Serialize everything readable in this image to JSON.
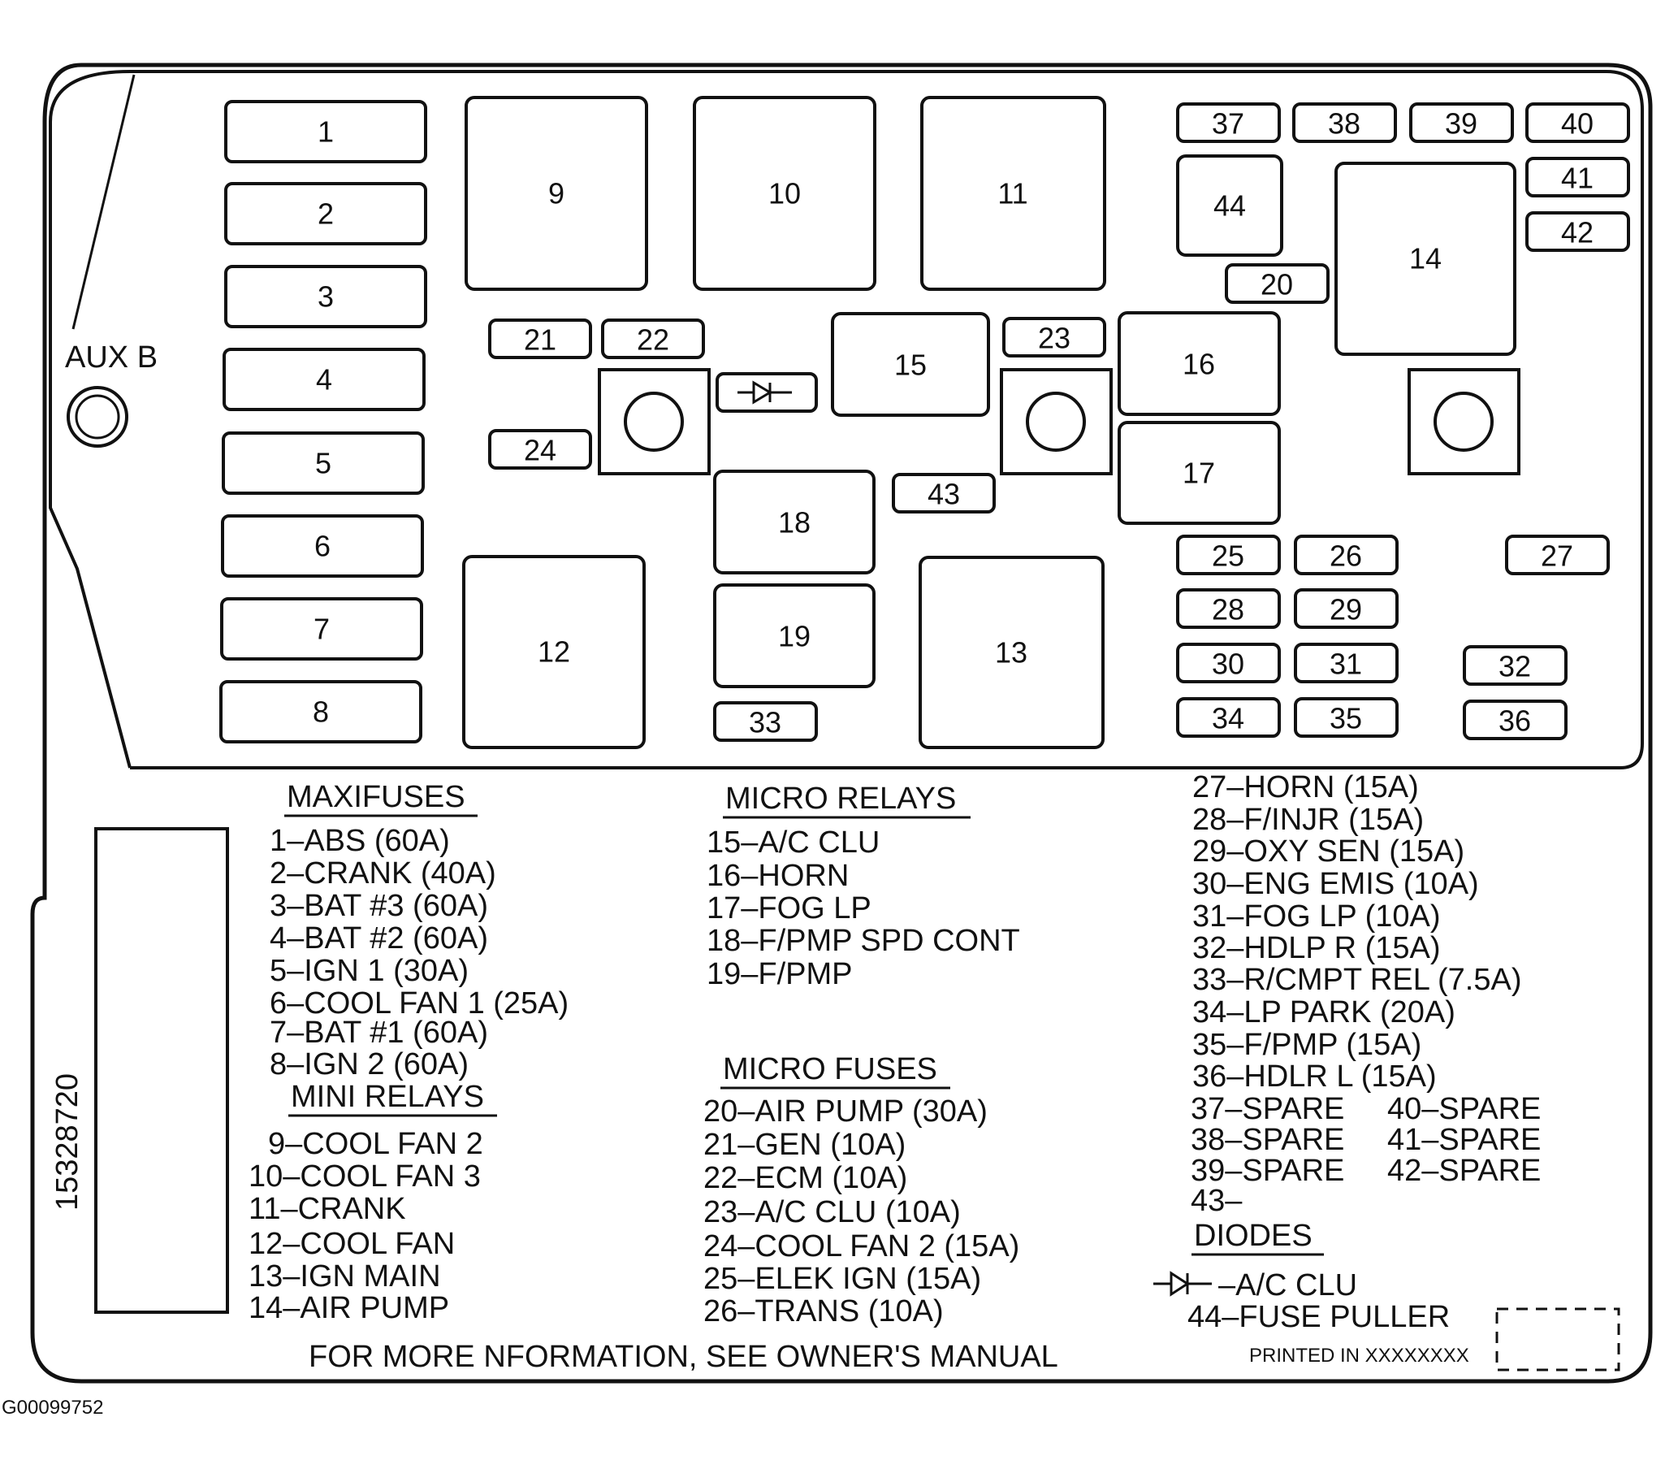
{
  "panel_labels": {
    "aux": "AUX B",
    "part_number": "15328720",
    "figure_id": "G00099752",
    "printed": "PRINTED IN XXXXXXXX",
    "footer": "FOR MORE NFORMATION, SEE OWNER'S MANUAL"
  },
  "slots": {
    "s1": "1",
    "s2": "2",
    "s3": "3",
    "s4": "4",
    "s5": "5",
    "s6": "6",
    "s7": "7",
    "s8": "8",
    "s9": "9",
    "s10": "10",
    "s11": "11",
    "s12": "12",
    "s13": "13",
    "s14": "14",
    "s15": "15",
    "s16": "16",
    "s17": "17",
    "s18": "18",
    "s19": "19",
    "s20": "20",
    "s21": "21",
    "s22": "22",
    "s23": "23",
    "s24": "24",
    "s25": "25",
    "s26": "26",
    "s27": "27",
    "s28": "28",
    "s29": "29",
    "s30": "30",
    "s31": "31",
    "s32": "32",
    "s33": "33",
    "s34": "34",
    "s35": "35",
    "s36": "36",
    "s37": "37",
    "s38": "38",
    "s39": "39",
    "s40": "40",
    "s41": "41",
    "s42": "42",
    "s43": "43",
    "s44": "44"
  },
  "legend": {
    "maxifuses": {
      "title": "MAXIFUSES",
      "items": [
        "1–ABS (60A)",
        "2–CRANK (40A)",
        "3–BAT #3 (60A)",
        "4–BAT #2 (60A)",
        "5–IGN 1 (30A)",
        "6–COOL FAN 1 (25A)",
        "7–BAT #1 (60A)",
        "8–IGN 2 (60A)"
      ]
    },
    "mini_relays": {
      "title": "MINI RELAYS",
      "items": [
        "9–COOL FAN 2",
        "10–COOL FAN 3",
        "11–CRANK",
        "12–COOL FAN",
        "13–IGN MAIN",
        "14–AIR PUMP"
      ]
    },
    "micro_relays": {
      "title": "MICRO RELAYS",
      "items": [
        "15–A/C CLU",
        "16–HORN",
        "17–FOG LP",
        "18–F/PMP SPD CONT",
        "19–F/PMP"
      ]
    },
    "micro_fuses": {
      "title": "MICRO FUSES",
      "items": [
        "20–AIR PUMP (30A)",
        "21–GEN (10A)",
        "22–ECM (10A)",
        "23–A/C CLU (10A)",
        "24–COOL FAN 2 (15A)",
        "25–ELEK IGN (15A)",
        "26–TRANS (10A)"
      ]
    },
    "right_items": [
      "27–HORN (15A)",
      "28–F/INJR (15A)",
      "29–OXY SEN (15A)",
      "30–ENG EMIS (10A)",
      "31–FOG LP (10A)",
      "32–HDLP R (15A)",
      "33–R/CMPT REL (7.5A)",
      "34–LP PARK (20A)",
      "35–F/PMP (15A)",
      "36–HDLR L (15A)"
    ],
    "spares_left": [
      "37–SPARE",
      "38–SPARE",
      "39–SPARE"
    ],
    "spares_right": [
      "40–SPARE",
      "41–SPARE",
      "42–SPARE"
    ],
    "item_43": "43–",
    "diodes": {
      "title": "DIODES",
      "item": "–A/C CLU"
    },
    "item_44": "44–FUSE PULLER"
  }
}
